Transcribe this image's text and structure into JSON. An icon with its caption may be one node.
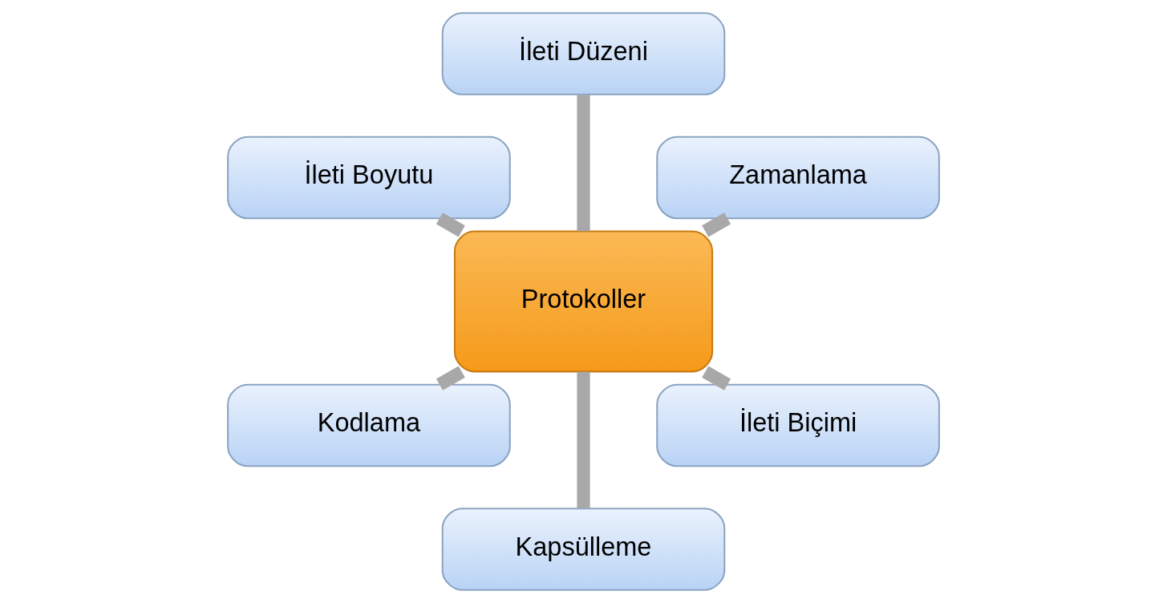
{
  "diagram": {
    "nodes": [
      {
        "text": [
          "Zamanlama"
        ]
      },
      {
        "text": [
          "İleti Düzeni"
        ]
      },
      {
        "text": [
          "İleti Boyutu"
        ]
      },
      {
        "text": [
          "Protokoller"
        ]
      },
      {
        "text": [
          "Kodlama"
        ]
      },
      {
        "text": [
          "Kapsülleme"
        ]
      },
      {
        "text": [
          "İleti Biçimi"
        ]
      }
    ],
    "edges": [
      {
        "from": 3,
        "to": 0,
        "arrow": "none"
      },
      {
        "from": 3,
        "to": 1,
        "arrow": "none"
      },
      {
        "from": 3,
        "to": 2,
        "arrow": "none"
      },
      {
        "from": 3,
        "to": 4,
        "arrow": "none"
      },
      {
        "from": 3,
        "to": 5,
        "arrow": "none"
      },
      {
        "from": 3,
        "to": 6,
        "arrow": "none"
      }
    ]
  }
}
